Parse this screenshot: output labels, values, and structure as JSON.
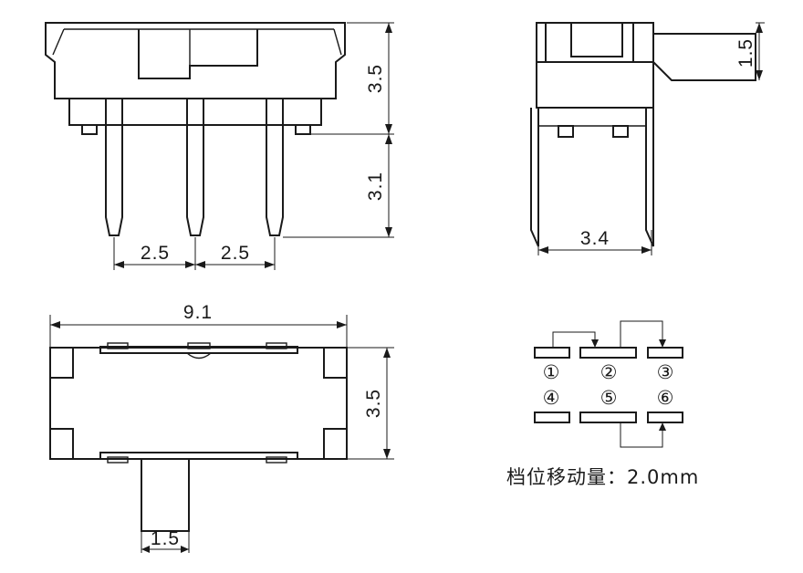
{
  "dimensions": {
    "front_height": "3.5",
    "pin_length": "3.1",
    "pitch_left": "2.5",
    "pitch_right": "2.5",
    "side_actuator": "1.5",
    "side_pin_span": "3.4",
    "top_length": "9.1",
    "top_width": "3.5",
    "top_actuator": "1.5"
  },
  "pins": {
    "p1": "①",
    "p2": "②",
    "p3": "③",
    "p4": "④",
    "p5": "⑤",
    "p6": "⑥"
  },
  "note": "档位移动量：2.0mm"
}
